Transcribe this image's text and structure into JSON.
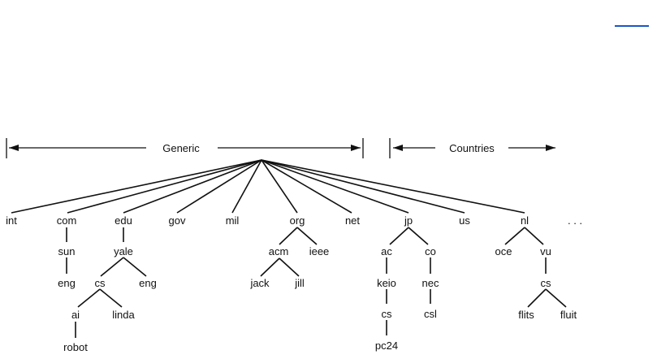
{
  "diagram": {
    "ranges": {
      "generic": "Generic",
      "countries": "Countries"
    },
    "nodes": {
      "int": "int",
      "com": "com",
      "edu": "edu",
      "gov": "gov",
      "mil": "mil",
      "org": "org",
      "net": "net",
      "jp": "jp",
      "us": "us",
      "nl": "nl",
      "more": ". . .",
      "sun": "sun",
      "eng_sun": "eng",
      "yale": "yale",
      "cs_yale": "cs",
      "eng_yale": "eng",
      "ai": "ai",
      "linda": "linda",
      "robot": "robot",
      "acm": "acm",
      "ieee": "ieee",
      "jack": "jack",
      "jill": "jill",
      "ac": "ac",
      "co": "co",
      "keio": "keio",
      "nec": "nec",
      "cs_keio": "cs",
      "csl": "csl",
      "pc24": "pc24",
      "oce": "oce",
      "vu": "vu",
      "cs_vu": "cs",
      "flits": "flits",
      "fluit": "fluit"
    }
  }
}
